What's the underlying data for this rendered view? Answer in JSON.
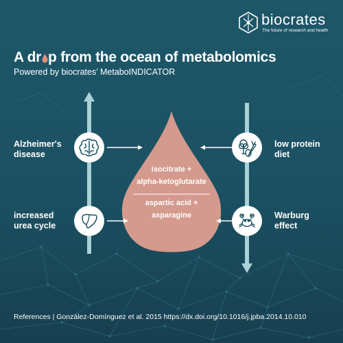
{
  "brand": {
    "name": "biocrates",
    "tagline": "The future of research and health"
  },
  "title": {
    "part1": "A dr",
    "part2": "p from the ocean of metabolomics"
  },
  "subtitle": "Powered by biocrates’ MetaboINDICATOR",
  "left": {
    "top_label": [
      "Alzheimer's",
      "disease"
    ],
    "bottom_label": [
      "increased",
      "urea cycle"
    ]
  },
  "right": {
    "top_label": [
      "low protein",
      "diet"
    ],
    "bottom_label": [
      "Warburg",
      "effect"
    ]
  },
  "drop": {
    "upper": [
      "isocitrate +",
      "alpha-ketoglutarate"
    ],
    "lower": [
      "aspartic acid +",
      "asparagine"
    ]
  },
  "reference": "References | González-Domínguez et al. 2015 https://dx.doi.org/10.1016/j.jpba.2014.10.010",
  "icons": [
    "brain-icon",
    "liver-icon",
    "vegetables-icon",
    "crab-icon",
    "hexagon-logo-icon"
  ],
  "colors": {
    "background": "#1b5163",
    "drop": "#d49a8d",
    "arrow": "#a9d2d8",
    "accent": "#e58d83"
  }
}
